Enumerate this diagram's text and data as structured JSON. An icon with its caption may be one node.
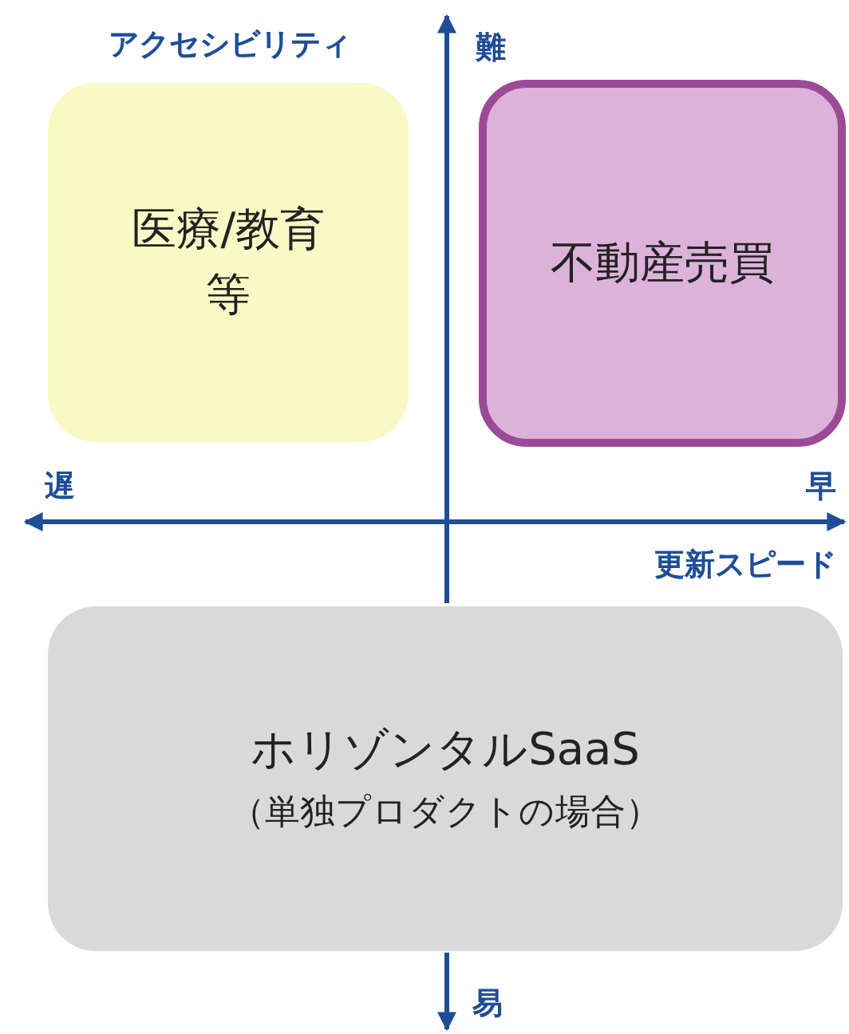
{
  "diagram": {
    "nodes": [
      {
        "text": [
          "医療/教育等"
        ]
      },
      {
        "text": [
          "不動産売買"
        ]
      },
      {
        "text": [
          "ホリゾンタルSaaS",
          "（単独プロダクトの場合）"
        ]
      }
    ],
    "labels": [
      "アクセシビリティ",
      "難",
      "遅",
      "早",
      "更新スピード",
      "易"
    ]
  }
}
